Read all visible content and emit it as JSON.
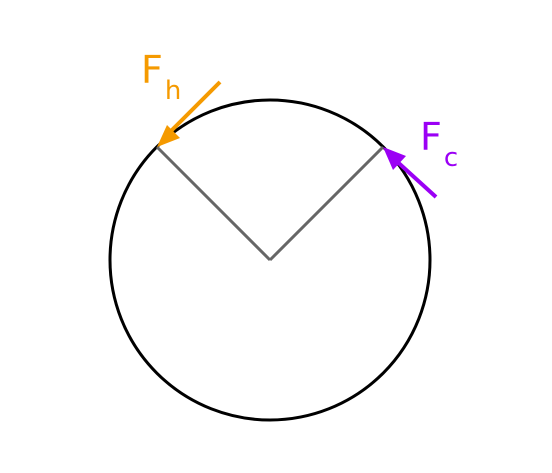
{
  "colors": {
    "circle": "#000000",
    "radius_lines": "#666666",
    "force_h": "#F59A00",
    "force_c": "#9B00F5",
    "background": "#ffffff"
  },
  "labels": {
    "force_h": {
      "main": "F",
      "subscript": "h"
    },
    "force_c": {
      "main": "F",
      "subscript": "c"
    }
  }
}
